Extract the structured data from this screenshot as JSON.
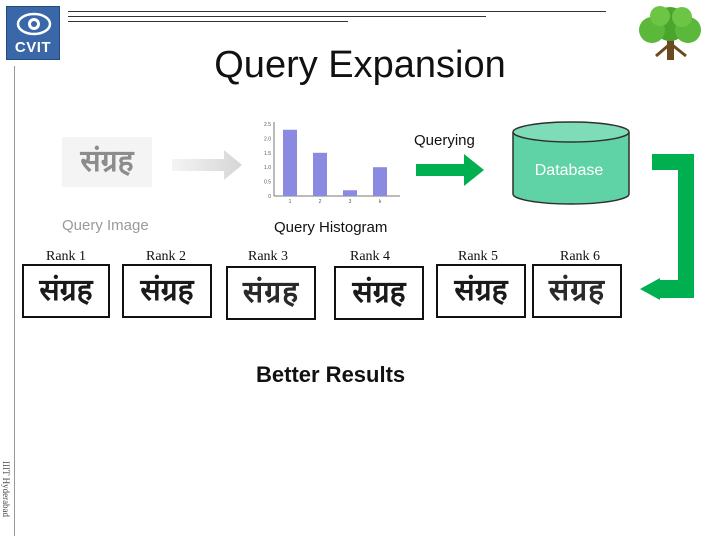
{
  "header": {
    "logo_text": "CVIT",
    "title": "Query Expansion",
    "side_text": "IIIT Hyderabad"
  },
  "query": {
    "word": "संग्रह",
    "image_label": "Query Image",
    "histogram_label": "Query Histogram"
  },
  "histogram": {
    "type": "bar",
    "categories": [
      "1",
      "2",
      "3",
      "k"
    ],
    "values": [
      2.3,
      1.5,
      0.2,
      1.0
    ],
    "y_ticks": [
      "0",
      "0.5",
      "1.0",
      "1.5",
      "2.0",
      "2.5"
    ],
    "ylim": [
      0,
      2.5
    ],
    "bar_color": "#8a8ae0"
  },
  "querying_label": "Querying",
  "database_label": "Database",
  "colors": {
    "green": "#00b050",
    "database_fill": "#5fd3a5",
    "logo_blue": "#3a67a8"
  },
  "ranks": [
    {
      "label": "Rank 1",
      "word": "संग्रह"
    },
    {
      "label": "Rank 2",
      "word": "संग्रह"
    },
    {
      "label": "Rank 3",
      "word": "संग्रह"
    },
    {
      "label": "Rank 4",
      "word": "संग्रह"
    },
    {
      "label": "Rank 5",
      "word": "संग्रह"
    },
    {
      "label": "Rank 6",
      "word": "संग्रह"
    }
  ],
  "result_text": "Better Results"
}
